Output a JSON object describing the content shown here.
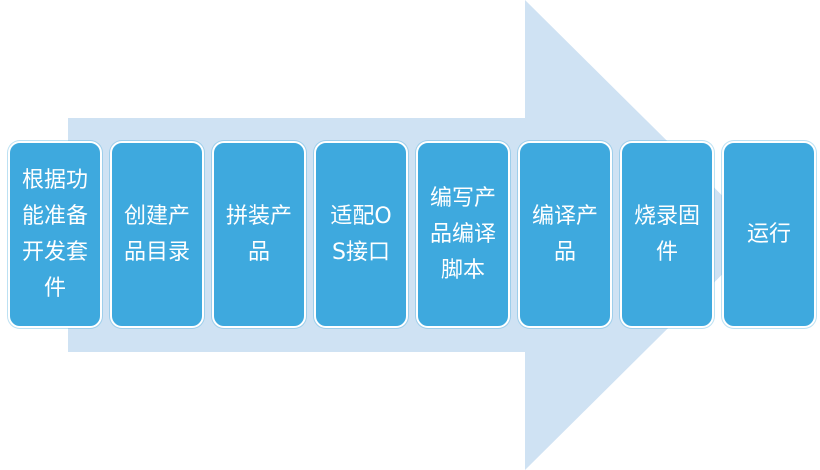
{
  "diagram": {
    "colors": {
      "arrow": "#cfe2f3",
      "box": "#3ea9de",
      "box_text": "#ffffff",
      "box_border": "#ffffff"
    },
    "steps": [
      {
        "label": "根据功能准备开发套件"
      },
      {
        "label": "创建产品目录"
      },
      {
        "label": "拼装产品"
      },
      {
        "label": "适配OS接口"
      },
      {
        "label": "编写产品编译脚本"
      },
      {
        "label": "编译产品"
      },
      {
        "label": "烧录固件"
      },
      {
        "label": "运行"
      }
    ]
  }
}
